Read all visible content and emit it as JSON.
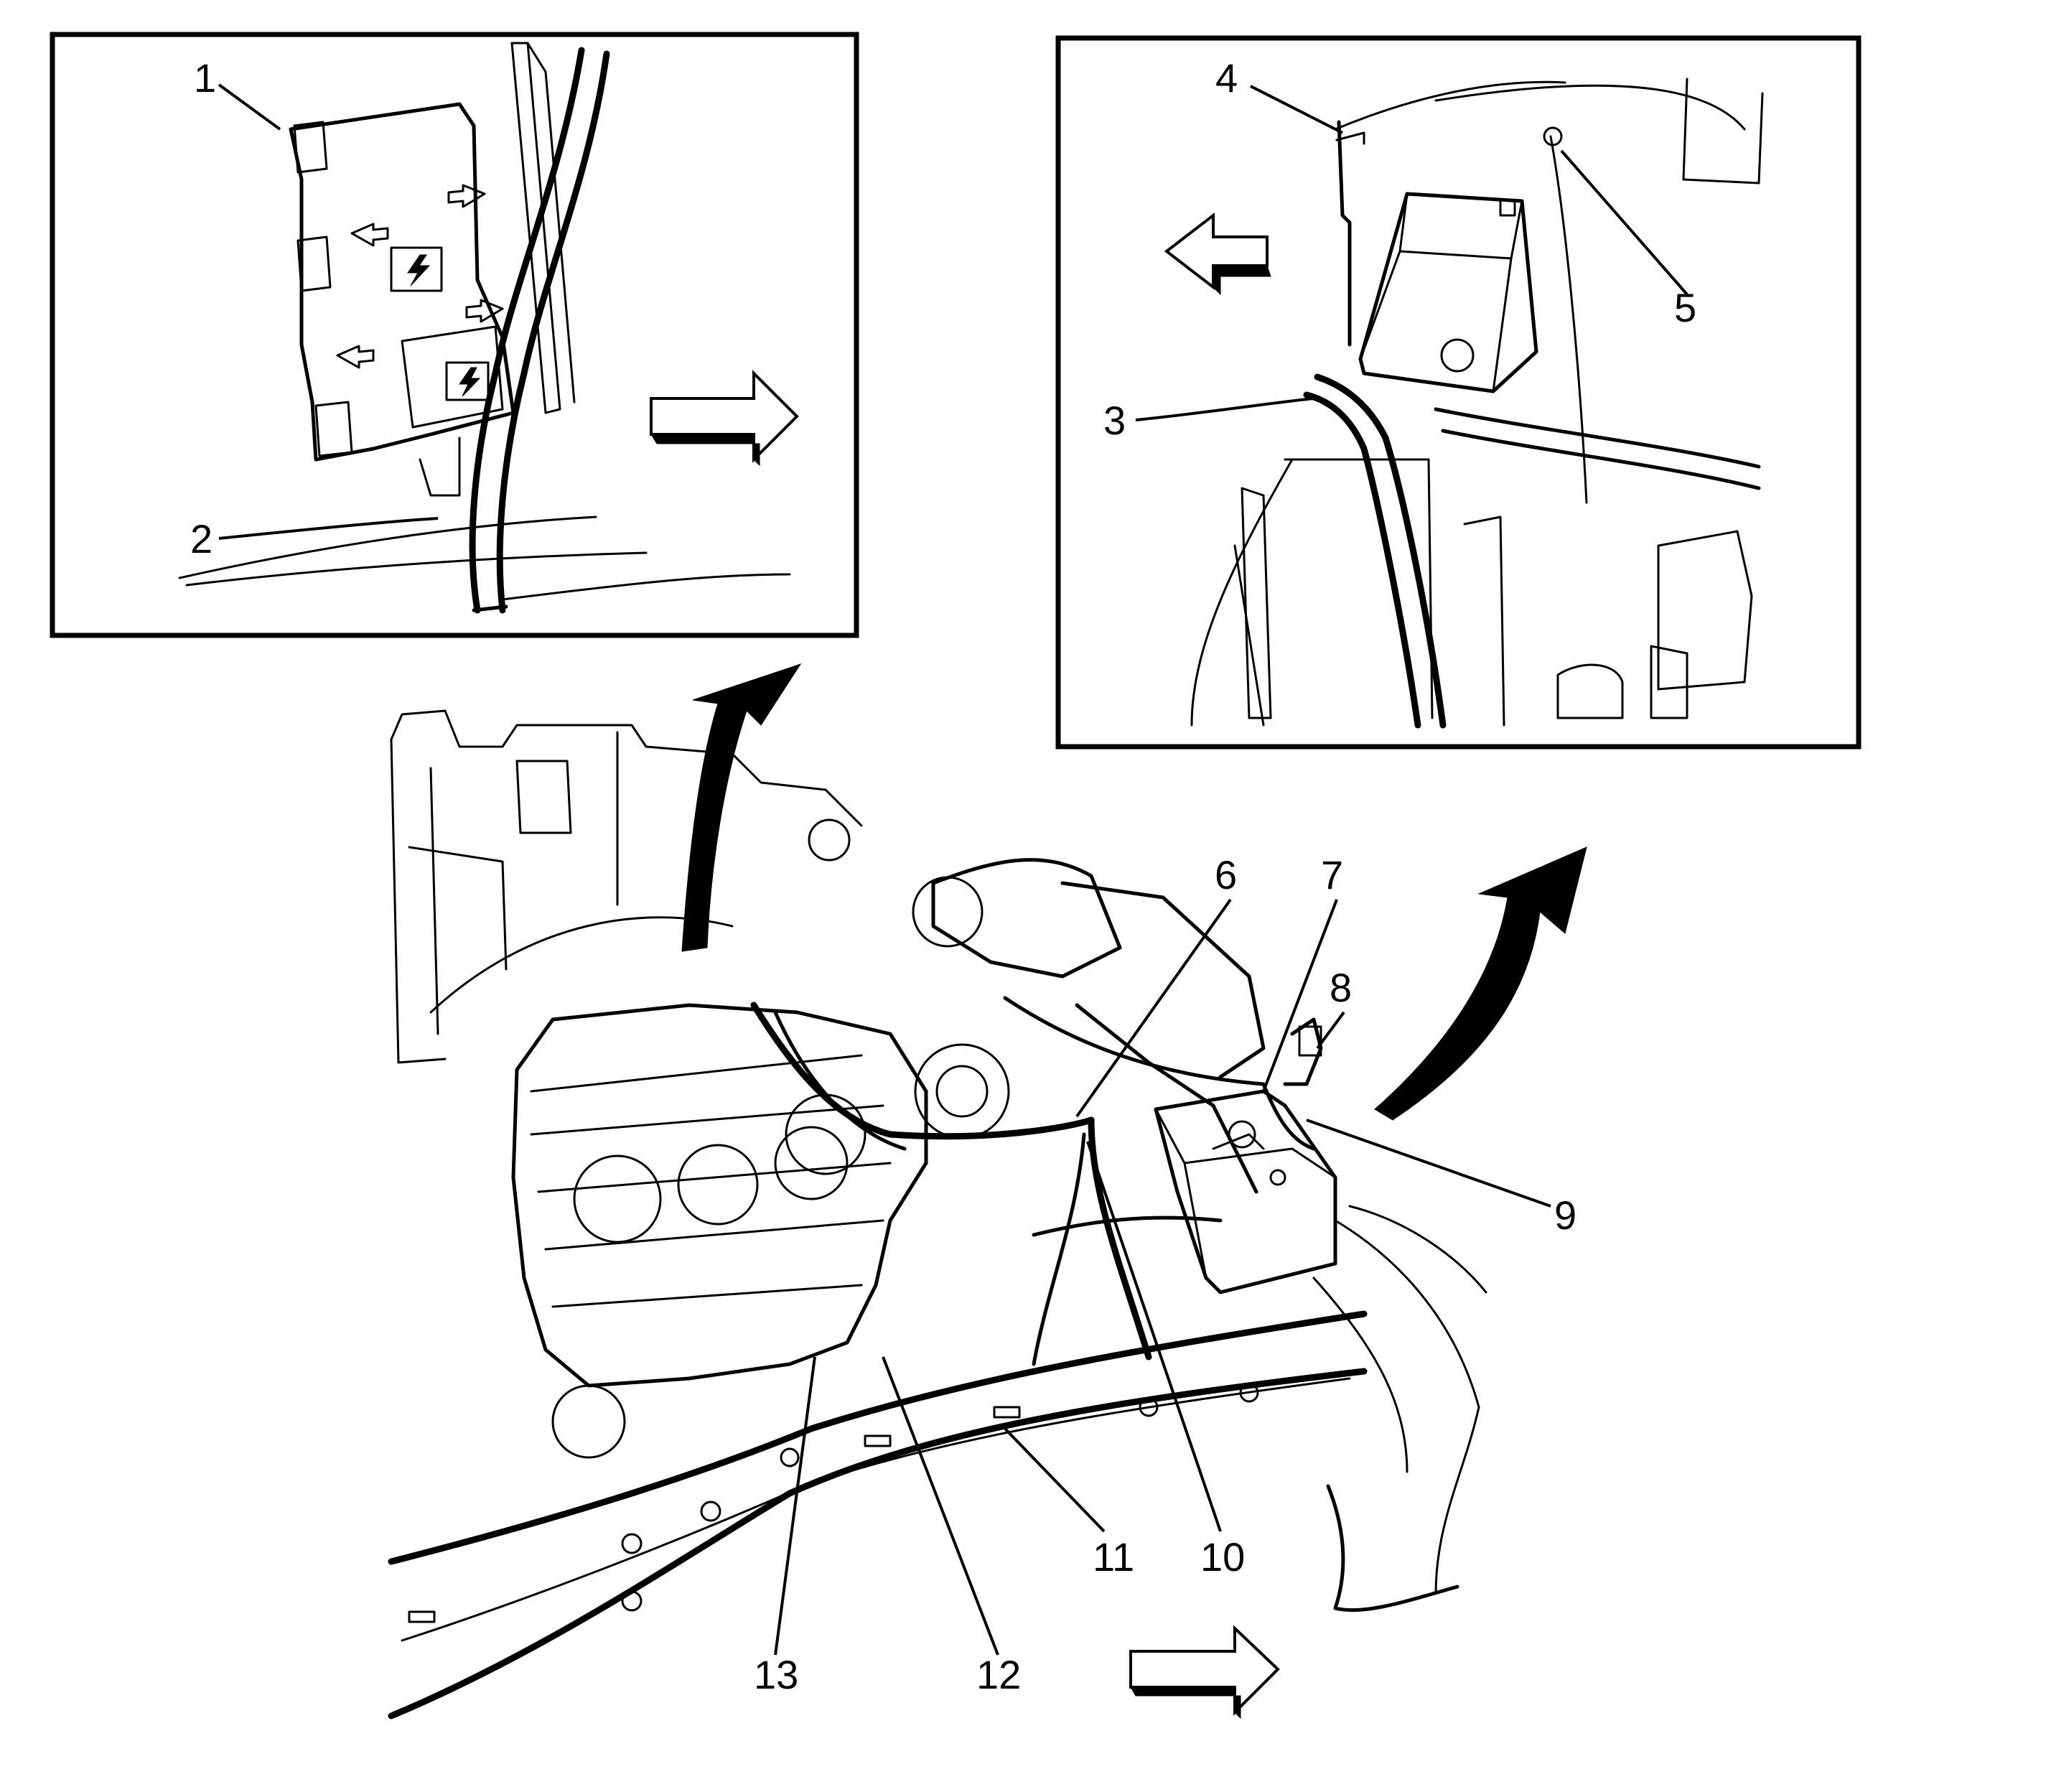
{
  "callouts": [
    {
      "id": "1",
      "label": "1"
    },
    {
      "id": "2",
      "label": "2"
    },
    {
      "id": "3",
      "label": "3"
    },
    {
      "id": "4",
      "label": "4"
    },
    {
      "id": "5",
      "label": "5"
    },
    {
      "id": "6",
      "label": "6"
    },
    {
      "id": "7",
      "label": "7"
    },
    {
      "id": "8",
      "label": "8"
    },
    {
      "id": "9",
      "label": "9"
    },
    {
      "id": "10",
      "label": "10"
    },
    {
      "id": "11",
      "label": "11"
    },
    {
      "id": "12",
      "label": "12"
    },
    {
      "id": "13",
      "label": "13"
    }
  ],
  "icons": [
    "direction-arrow-icon",
    "curved-arrow-icon",
    "lightning-bolt-icon"
  ]
}
